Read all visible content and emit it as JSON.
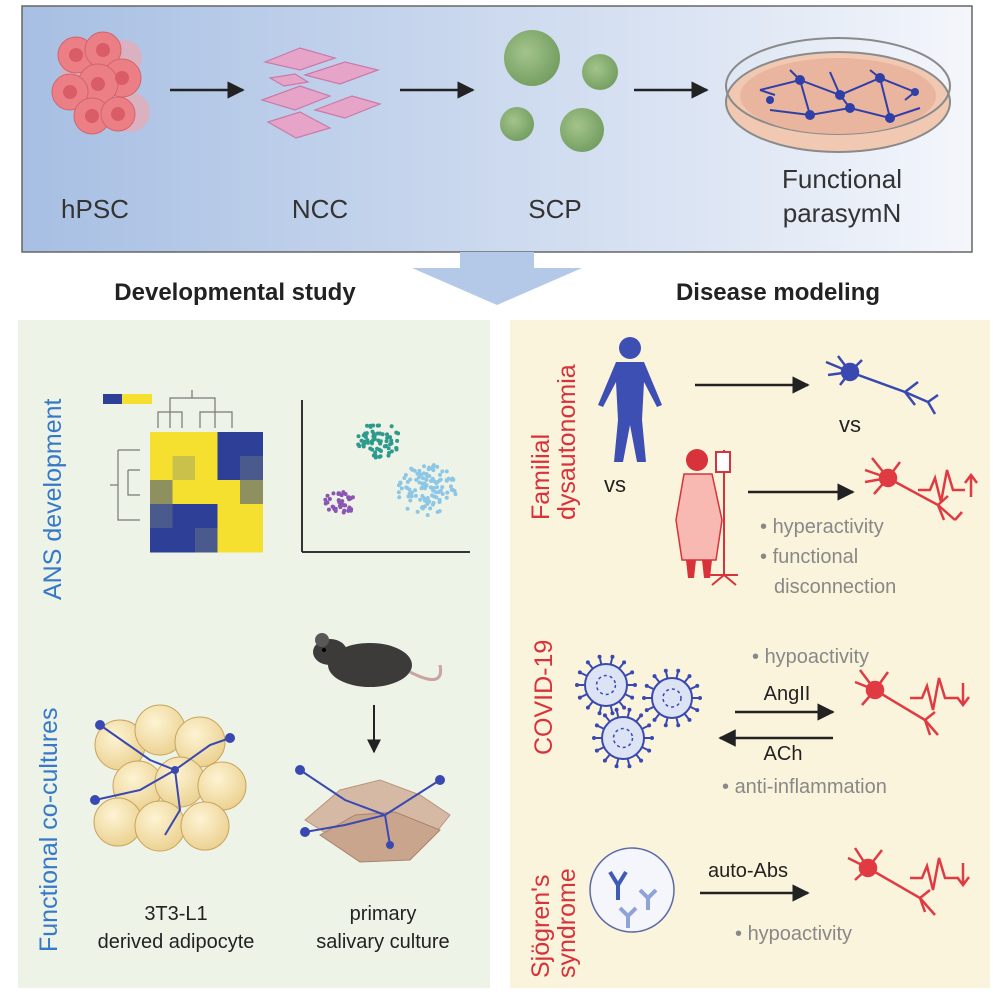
{
  "top": {
    "stages": [
      "hPSC",
      "NCC",
      "SCP"
    ],
    "final_stage": [
      "Functional",
      "parasymN"
    ]
  },
  "sections": {
    "left_title": "Developmental study",
    "right_title": "Disease modeling"
  },
  "left": {
    "ans_label": "ANS development",
    "cocultures_label": "Functional co-cultures",
    "adipocyte_caption": [
      "3T3-L1",
      "derived adipocyte"
    ],
    "salivary_caption": [
      "primary",
      "salivary culture"
    ]
  },
  "right": {
    "familial_label": [
      "Familial",
      "dysautonomia"
    ],
    "vs_top": "vs",
    "vs_bottom": "vs",
    "fd_bullets": [
      "hyperactivity",
      "functional",
      "disconnection"
    ],
    "covid_label": "COVID-19",
    "covid_hypo": "hypoactivity",
    "angII": "AngII",
    "ach": "ACh",
    "anti_inflammation": "anti-inflammation",
    "sjogren_label": [
      "Sjögren's",
      "syndrome"
    ],
    "auto_abs": "auto-Abs",
    "sjogren_hypo": "hypoactivity"
  },
  "colors": {
    "neuron_blue": "#3a49b0",
    "neuron_red": "#e03a42",
    "label_blue": "#3579c8",
    "label_red": "#d8323a",
    "left_panel": "#eef3e8",
    "right_panel": "#fbf4dc"
  }
}
